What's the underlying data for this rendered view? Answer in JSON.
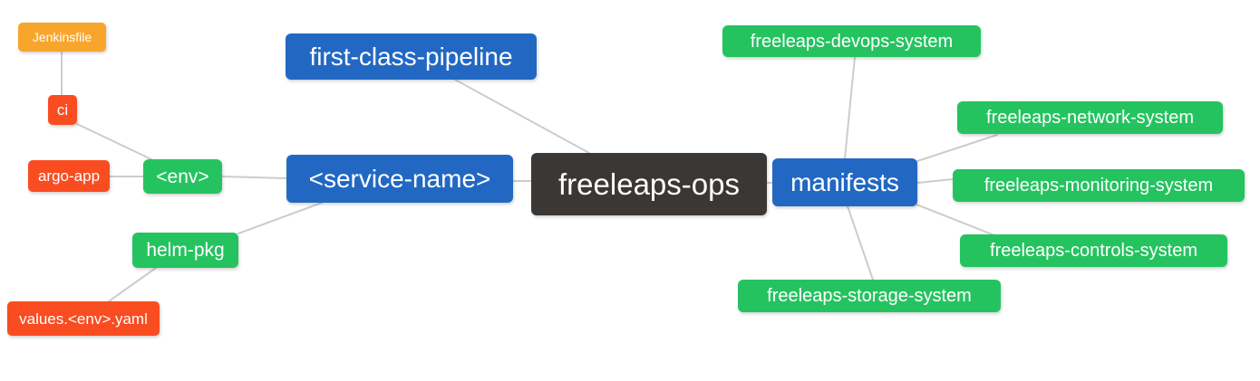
{
  "diagram": {
    "type": "mindmap",
    "root": "freeleaps-ops"
  },
  "colors": {
    "root_dark": "#3B3735",
    "branch_blue": "#2268C3",
    "leaf_green": "#25C360",
    "leaf_red_orange": "#F94D21",
    "leaf_orange": "#F8A52C",
    "edge_gray": "#CCCCCC",
    "node_text": "#FFFFFF",
    "background": "#FFFFFF"
  },
  "nodes": {
    "freeleaps_ops": {
      "label": "freeleaps-ops",
      "color": "#3B3735",
      "level": 0
    },
    "first_class_pipeline": {
      "label": "first-class-pipeline",
      "color": "#2268C3",
      "level": 1
    },
    "service_name": {
      "label": "<service-name>",
      "color": "#2268C3",
      "level": 1
    },
    "manifests": {
      "label": "manifests",
      "color": "#2268C3",
      "level": 1
    },
    "env": {
      "label": "<env>",
      "color": "#25C360",
      "level": 2
    },
    "helm_pkg": {
      "label": "helm-pkg",
      "color": "#25C360",
      "level": 2
    },
    "ci": {
      "label": "ci",
      "color": "#F94D21",
      "level": 3
    },
    "argo_app": {
      "label": "argo-app",
      "color": "#F94D21",
      "level": 3
    },
    "values_env_yaml": {
      "label": "values.<env>.yaml",
      "color": "#F94D21",
      "level": 3
    },
    "jenkinsfile": {
      "label": "Jenkinsfile",
      "color": "#F8A52C",
      "level": 4
    },
    "devops_system": {
      "label": "freeleaps-devops-system",
      "color": "#25C360",
      "level": 2
    },
    "network_system": {
      "label": "freeleaps-network-system",
      "color": "#25C360",
      "level": 2
    },
    "monitoring_system": {
      "label": "freeleaps-monitoring-system",
      "color": "#25C360",
      "level": 2
    },
    "controls_system": {
      "label": "freeleaps-controls-system",
      "color": "#25C360",
      "level": 2
    },
    "storage_system": {
      "label": "freeleaps-storage-system",
      "color": "#25C360",
      "level": 2
    }
  },
  "edges": [
    {
      "from": "freeleaps_ops",
      "to": "first_class_pipeline"
    },
    {
      "from": "freeleaps_ops",
      "to": "service_name"
    },
    {
      "from": "freeleaps_ops",
      "to": "manifests"
    },
    {
      "from": "service_name",
      "to": "env"
    },
    {
      "from": "service_name",
      "to": "helm_pkg"
    },
    {
      "from": "env",
      "to": "ci"
    },
    {
      "from": "env",
      "to": "argo_app"
    },
    {
      "from": "ci",
      "to": "jenkinsfile"
    },
    {
      "from": "helm_pkg",
      "to": "values_env_yaml"
    },
    {
      "from": "manifests",
      "to": "devops_system"
    },
    {
      "from": "manifests",
      "to": "network_system"
    },
    {
      "from": "manifests",
      "to": "monitoring_system"
    },
    {
      "from": "manifests",
      "to": "controls_system"
    },
    {
      "from": "manifests",
      "to": "storage_system"
    }
  ]
}
